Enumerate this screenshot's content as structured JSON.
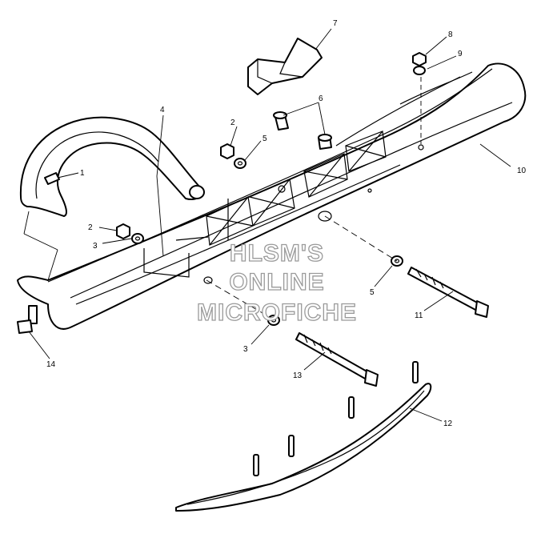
{
  "callouts": {
    "c1": "1",
    "c2a": "2",
    "c2b": "2",
    "c3a": "3",
    "c3b": "3",
    "c4": "4",
    "c5a": "5",
    "c5b": "5",
    "c6": "6",
    "c7": "7",
    "c8": "8",
    "c9": "9",
    "c10": "10",
    "c11": "11",
    "c12": "12",
    "c13": "13",
    "c14": "14"
  },
  "watermark": {
    "line1": "HLSM'S",
    "line2": "ONLINE",
    "line3": "MICROFICHE"
  }
}
